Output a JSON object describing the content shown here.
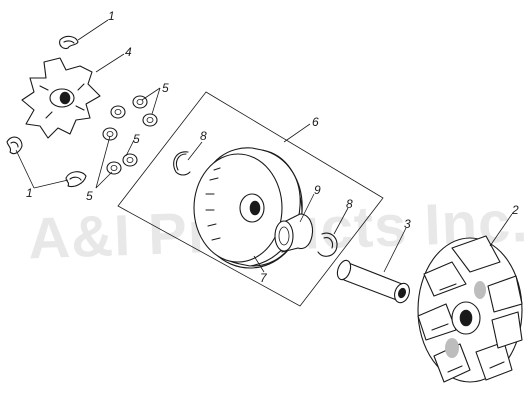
{
  "watermark": "A&I Products Inc.",
  "callouts": {
    "c1_top": "1",
    "c1_left": "1",
    "c2": "2",
    "c3": "3",
    "c4": "4",
    "c5_a": "5",
    "c5_b": "5",
    "c5_c": "5",
    "c6": "6",
    "c7": "7",
    "c8_a": "8",
    "c8_b": "8",
    "c9": "9"
  },
  "colors": {
    "ink": "#1a1a1a",
    "watermark": "#d6d6d6",
    "paper": "#ffffff"
  }
}
